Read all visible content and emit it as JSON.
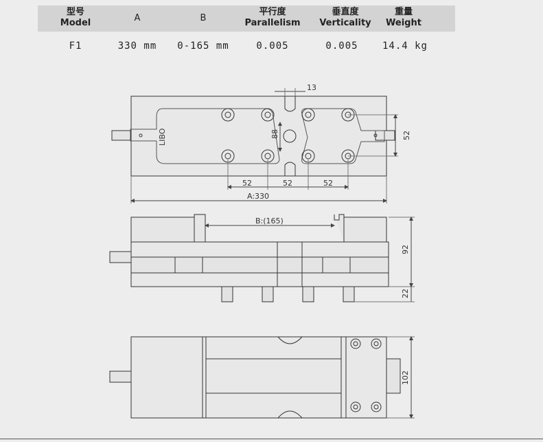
{
  "spec_table": {
    "headers": [
      {
        "cn": "型号",
        "en": "Model"
      },
      {
        "cn": "",
        "en": "A"
      },
      {
        "cn": "",
        "en": "B"
      },
      {
        "cn": "平行度",
        "en": "Parallelism"
      },
      {
        "cn": "垂直度",
        "en": "Verticality"
      },
      {
        "cn": "重量",
        "en": "Weight"
      }
    ],
    "row": [
      "F1",
      "330 mm",
      "0-165 mm",
      "0.005",
      "0.005",
      "14.4 kg"
    ]
  },
  "drawing": {
    "brand_mark": "LIBO",
    "dim_13": "13",
    "dim_88": "88",
    "dim_52_right": "52",
    "dim_52_a": "52",
    "dim_52_b": "52",
    "dim_52_c": "52",
    "dim_a": "A:330",
    "dim_b": "B:(165)",
    "dim_92": "92",
    "dim_22": "22",
    "dim_102": "102"
  }
}
